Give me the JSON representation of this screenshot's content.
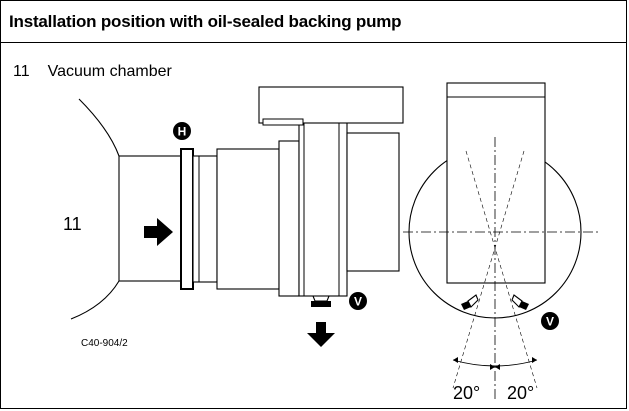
{
  "header": {
    "title": "Installation position with oil-sealed backing pump"
  },
  "legend": {
    "number": "11",
    "label": "Vacuum chamber"
  },
  "diagram": {
    "chamber_label": "11",
    "marker_h": "H",
    "marker_v": "V",
    "figure_code": "C40-904/2",
    "angle_left": "20°",
    "angle_right": "20°"
  },
  "colors": {
    "line": "#000000",
    "background": "#ffffff"
  }
}
